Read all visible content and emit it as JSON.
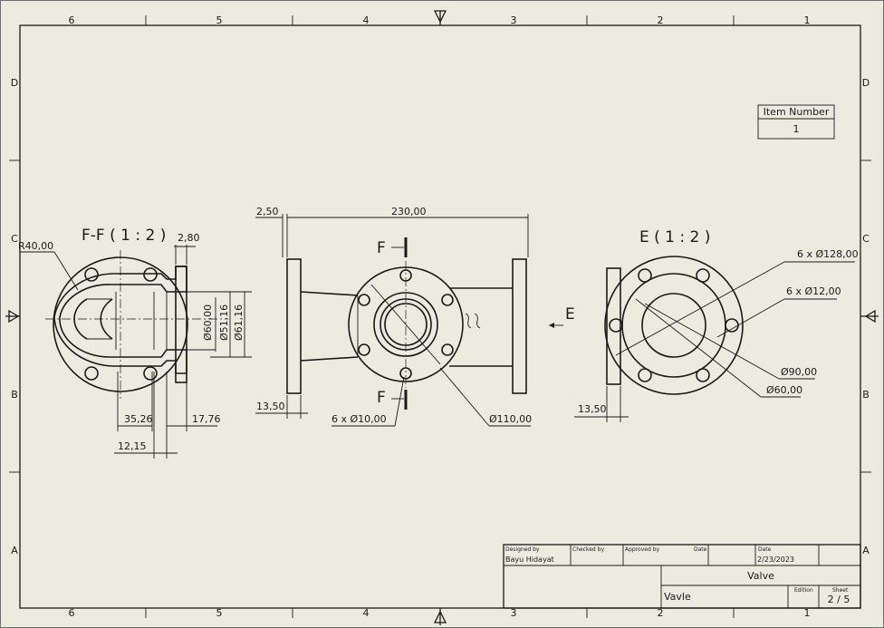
{
  "sheet": {
    "zones_top": [
      "6",
      "5",
      "4",
      "3",
      "2",
      "1"
    ],
    "zones_side": [
      "D",
      "C",
      "B",
      "A"
    ]
  },
  "item_table": {
    "header": "Item Number",
    "value": "1"
  },
  "views": {
    "section": {
      "label": "F-F ( 1 : 2 )"
    },
    "detail": {
      "label": "E ( 1 : 2 )"
    },
    "cut_markers": {
      "f_top": "F",
      "f_bottom": "F",
      "e": "E"
    }
  },
  "dimensions": {
    "r40": "R40,00",
    "d2_80": "2,80",
    "d60": "Ø60,00",
    "d51_16": "Ø51,16",
    "d61_16": "Ø61,16",
    "d35_26": "35,26",
    "d17_76": "17,76",
    "d12_15": "12,15",
    "d2_50": "2,50",
    "d230": "230,00",
    "d13_50_a": "13,50",
    "d6x10": "6 x Ø10,00",
    "d110": "Ø110,00",
    "d13_50_b": "13,50",
    "d6x128": "6 x Ø128,00",
    "d6x12": "6 x Ø12,00",
    "d90": "Ø90,00",
    "d60b": "Ø60,00"
  },
  "title_block": {
    "designed_by_label": "Designed by",
    "designed_by": "Bayu Hidayat",
    "checked_by_label": "Checked by",
    "approved_by_label": "Approved by",
    "date_label_1": "Date",
    "date_label_2": "Date",
    "date": "2/23/2023",
    "title": "Valve",
    "subtitle": "Vavle",
    "edition_label": "Edition",
    "sheet_label": "Sheet",
    "sheet": "2 / 5"
  }
}
